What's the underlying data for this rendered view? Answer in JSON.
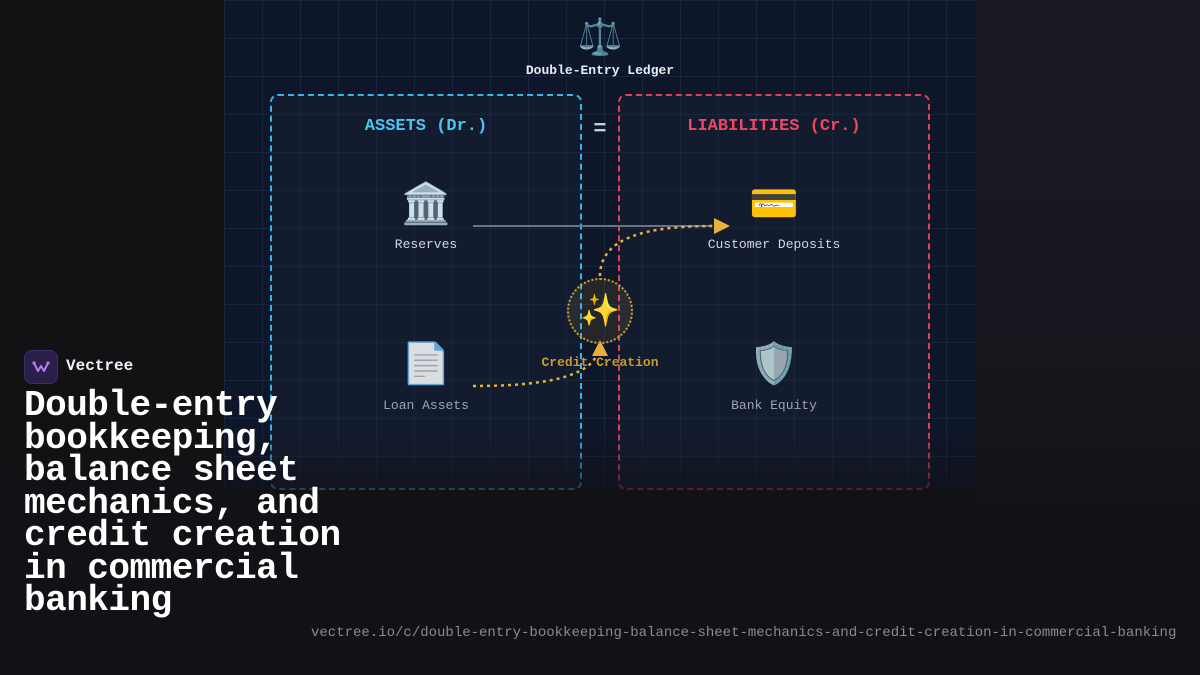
{
  "diagram": {
    "title": "Double-Entry Ledger",
    "title_icon": "balance-scale-icon",
    "equals": "=",
    "assets": {
      "title": "ASSETS (Dr.)",
      "color": "#38b6e8",
      "items": [
        {
          "label": "Reserves",
          "icon": "bank-icon",
          "glyph": "🏛️"
        },
        {
          "label": "Loan Assets",
          "icon": "document-icon",
          "glyph": "📄"
        }
      ]
    },
    "liabilities": {
      "title": "LIABILITIES (Cr.)",
      "color": "#e0405c",
      "items": [
        {
          "label": "Customer Deposits",
          "icon": "credit-card-icon",
          "glyph": "💳"
        },
        {
          "label": "Bank Equity",
          "icon": "shield-icon",
          "glyph": "🛡️"
        }
      ]
    },
    "credit_creation": {
      "label": "Credit Creation",
      "icon": "sparkles-icon",
      "glyph": "✨",
      "color": "#e8b23a"
    }
  },
  "brand": {
    "name": "Vectree",
    "logo_icon": "vectree-logo-icon"
  },
  "headline": "Double-entry bookkeeping, balance sheet mechanics, and credit creation in commercial banking",
  "url": "vectree.io/c/double-entry-bookkeeping-balance-sheet-mechanics-and-credit-creation-in-commercial-banking"
}
